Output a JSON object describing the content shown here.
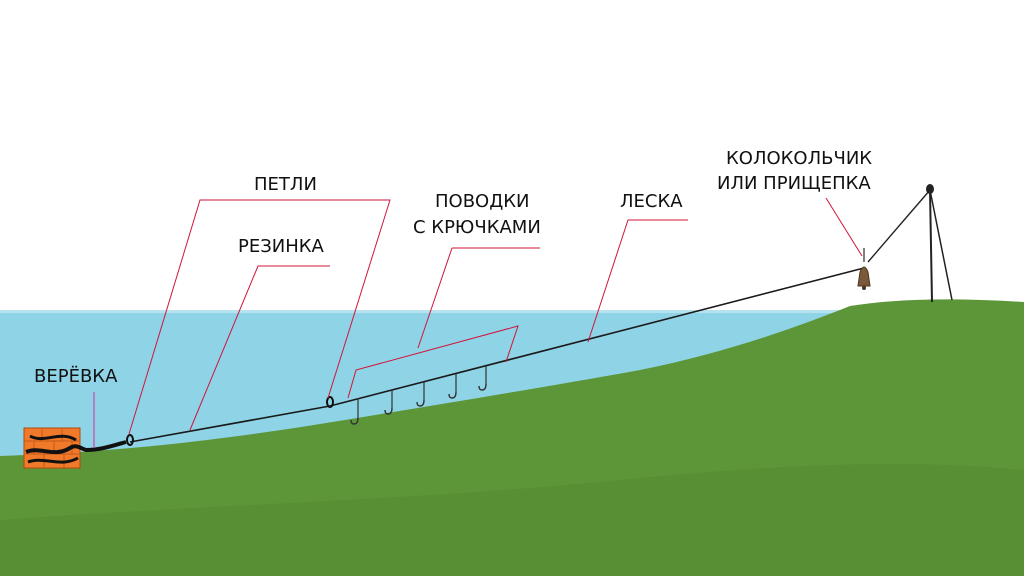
{
  "labels": {
    "loops": "ПЕТЛИ",
    "rubber": "РЕЗИНКА",
    "leaders_line1": "ПОВОДКИ",
    "leaders_line2": "С КРЮЧКАМИ",
    "fishing_line": "ЛЕСКА",
    "bell_line1": "КОЛОКОЛЬЧИК",
    "bell_line2": "ИЛИ ПРИЩЕПКА",
    "rope": "ВЕРЁВКА"
  },
  "colors": {
    "water": "#8fd3e6",
    "water_edge": "#b6e3ef",
    "ground": "#5c9638",
    "ground_dark": "#4f8530",
    "brick": "#f07a2a",
    "bell": "#7a5a3a",
    "leader_line": "#d2143a",
    "rope_leader": "#cc44aa",
    "line": "#1a1a1a"
  },
  "hooks_count": 5
}
